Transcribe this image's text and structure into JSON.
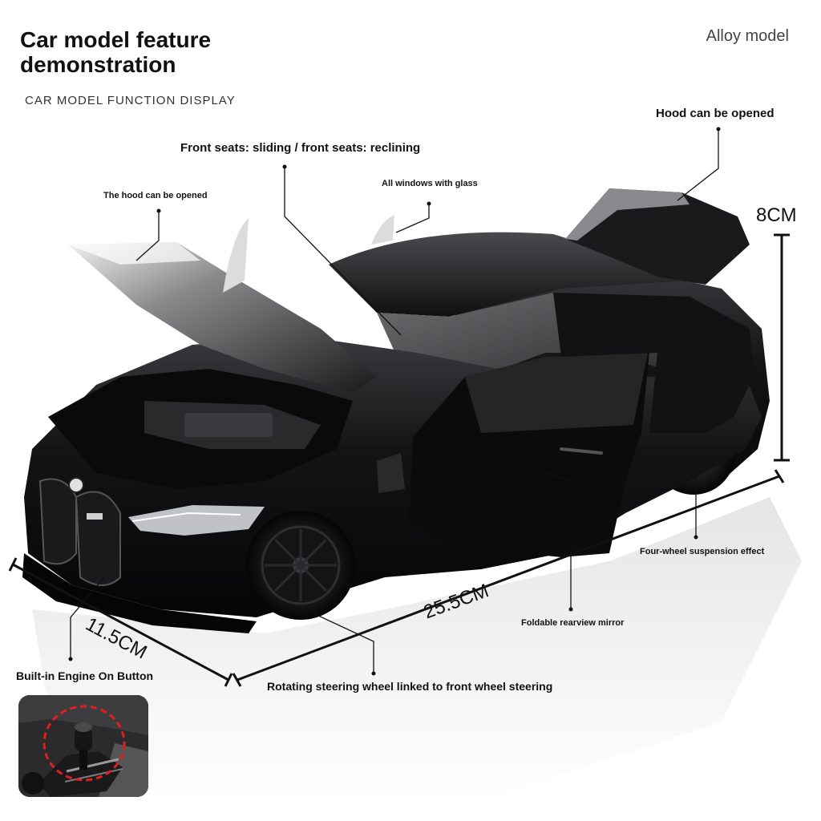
{
  "header": {
    "title": "Car model feature demonstration",
    "subtitle": "CAR MODEL FUNCTION DISPLAY",
    "material": "Alloy model"
  },
  "callouts": {
    "hood_front": "The hood can be opened",
    "front_seats": "Front seats: sliding / front seats: reclining",
    "windows": "All windows with glass",
    "hood_rear": "Hood can be opened",
    "suspension": "Four-wheel suspension effect",
    "mirror": "Foldable rearview mirror",
    "steering": "Rotating steering wheel linked to front wheel steering",
    "engine_button": "Built-in Engine On Button"
  },
  "dimensions": {
    "height": "8CM",
    "length": "25.5CM",
    "width": "11.5CM"
  },
  "colors": {
    "car_body": "#0d0d0f",
    "engine_button_highlight": "#e02020"
  }
}
